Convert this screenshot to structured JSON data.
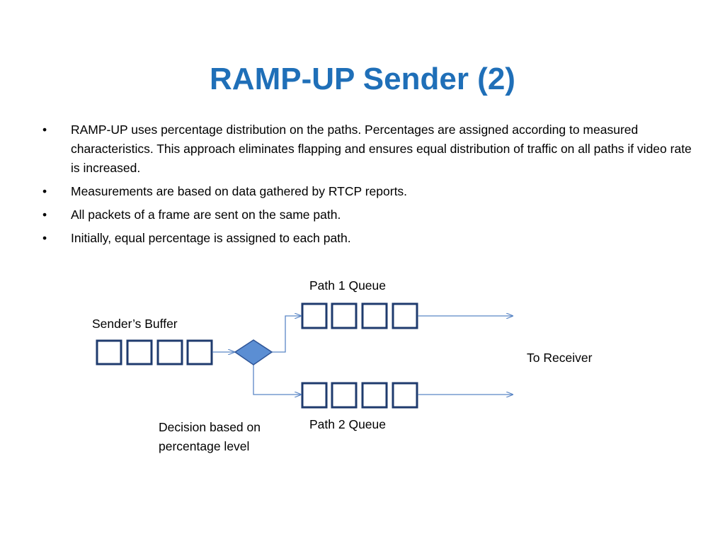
{
  "title": "RAMP-UP Sender (2)",
  "colors": {
    "title": "#1f6fb8",
    "box_border": "#1f3b6e",
    "arrow": "#5a86c5",
    "diamond_fill": "#5b8ed3",
    "diamond_stroke": "#2f5597",
    "text": "#000000"
  },
  "bullet_glyph": "•",
  "bullets": [
    "RAMP-UP uses percentage distribution on the paths. Percentages are assigned according to measured characteristics. This approach eliminates flapping and ensures equal distribution of traffic on all paths if video rate is increased.",
    "Measurements are based on data gathered by RTCP reports.",
    "All packets of a frame are sent on the same path.",
    "Initially, equal percentage is assigned to each path."
  ],
  "diagram": {
    "senders_buffer_label": "Sender’s Buffer",
    "path1_label": "Path 1 Queue",
    "path2_label": "Path 2 Queue",
    "receiver_label": "To Receiver",
    "decision_label_line1": "Decision based on",
    "decision_label_line2": "percentage level"
  }
}
